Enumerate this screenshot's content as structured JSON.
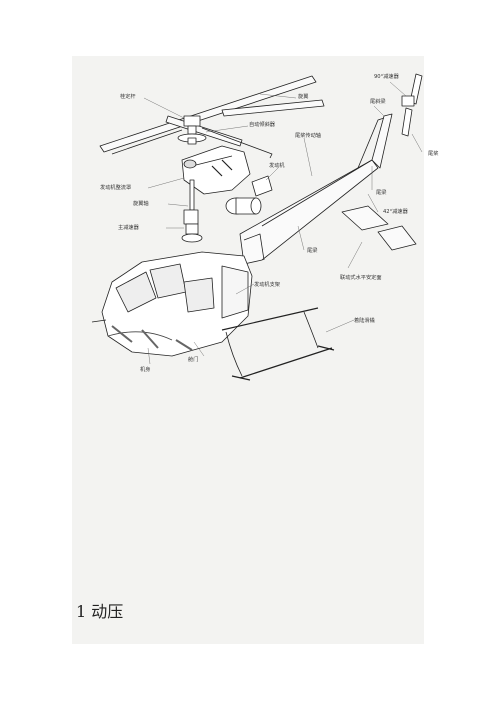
{
  "labels": {
    "pitch_link": "桂定杆",
    "rotor_blade": "旋翼",
    "swashplate": "自动倾斜器",
    "gearbox_90": "90°减速器",
    "tail_pylon": "尾斜梁",
    "tail_drive_shaft": "尾桨传动轴",
    "engine": "发动机",
    "engine_cowl": "发动机整流罩",
    "rotor_mast": "旋翼轴",
    "main_gearbox": "主减速器",
    "tail_rotor": "尾桨",
    "tail_boom": "尾梁",
    "gearbox_42": "42°减速器",
    "boom": "尾梁",
    "stabilizer": "联动式水平安定面",
    "engine_mount": "发动机支架",
    "skid": "着陆滑橇",
    "door": "舱门",
    "fuselage": "机身"
  },
  "caption": "1 动压"
}
